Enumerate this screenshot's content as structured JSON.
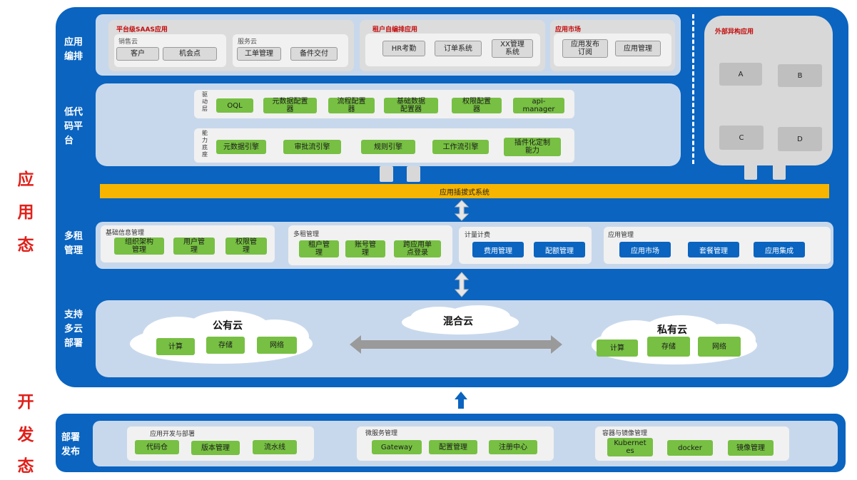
{
  "side_labels": {
    "app_state": [
      "应",
      "用",
      "态"
    ],
    "dev_state": [
      "开",
      "发",
      "态"
    ]
  },
  "rows": {
    "orchestration": "应用\n编排",
    "lowcode": "低代\n码平\n台",
    "tenant": "多租\n管理",
    "cloud": "支持\n多云\n部署",
    "deploy": "部署\n发布"
  },
  "orchestration": {
    "saas": {
      "title": "平台级SAAS应用",
      "sales": {
        "title": "销售云",
        "items": [
          "客户",
          "机会点"
        ]
      },
      "service": {
        "title": "服务云",
        "items": [
          "工单管理",
          "备件交付"
        ]
      }
    },
    "tenant_apps": {
      "title": "租户自编排应用",
      "items": [
        "HR考勤",
        "订单系统",
        "XX管理\n系统"
      ]
    },
    "market": {
      "title": "应用市场",
      "items": [
        "应用发布\n订阅",
        "应用管理"
      ]
    }
  },
  "external": {
    "title": "外部异构应用",
    "items": [
      "A",
      "B",
      "C",
      "D"
    ]
  },
  "lowcode": {
    "drive_label": "驱\n动\n层",
    "drive_items": [
      "OQL",
      "元数据配置\n器",
      "流程配置\n器",
      "基础数据\n配置器",
      "权限配置\n器",
      "api-\nmanager"
    ],
    "engine_label": "能\n力\n底\n座",
    "engine_items": [
      "元数据引擎",
      "审批流引擎",
      "规则引擎",
      "工作流引擎",
      "插件化定制\n能力"
    ]
  },
  "plugin_bar": "应用插拔式系统",
  "tenant": {
    "basic": {
      "title": "基础信息管理",
      "items": [
        "组织架构\n管理",
        "用户管\n理",
        "权限管\n理"
      ]
    },
    "multi": {
      "title": "多租管理",
      "items": [
        "租户管\n理",
        "账号管\n理",
        "跨应用单\n点登录"
      ]
    },
    "billing": {
      "title": "计量计费",
      "items": [
        "费用管理",
        "配额管理"
      ]
    },
    "app_mgmt": {
      "title": "应用管理",
      "items": [
        "应用市场",
        "套餐管理",
        "应用集成"
      ]
    }
  },
  "cloud": {
    "public": {
      "title": "公有云",
      "items": [
        "计算",
        "存储",
        "网络"
      ]
    },
    "hybrid": "混合云",
    "private": {
      "title": "私有云",
      "items": [
        "计算",
        "存储",
        "网络"
      ]
    }
  },
  "deploy": {
    "dev": {
      "title": "应用开发与部署",
      "items": [
        "代码仓",
        "版本管理",
        "流水线"
      ]
    },
    "micro": {
      "title": "微服务管理",
      "items": [
        "Gateway",
        "配置管理",
        "注册中心"
      ]
    },
    "container": {
      "title": "容器与镜像管理",
      "items": [
        "Kubernet\nes",
        "docker",
        "镜像管理"
      ]
    }
  },
  "colors": {
    "blue": "#0a64c0",
    "light": "#c8d8ec",
    "green": "#77c043",
    "yellow": "#f7b500",
    "red": "#e0201a"
  }
}
